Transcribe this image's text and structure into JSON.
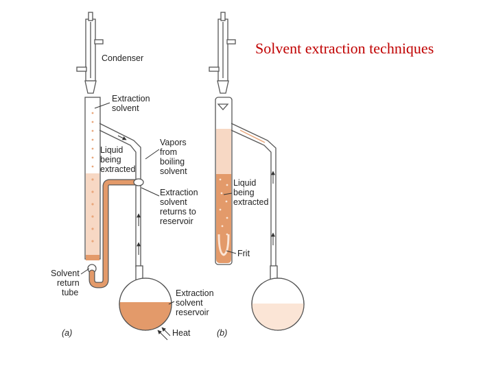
{
  "slide": {
    "title": "Solvent extraction techniques"
  },
  "diagram": {
    "labels": {
      "condenser": "Condenser",
      "extraction_solvent_1": "Extraction",
      "extraction_solvent_2": "solvent",
      "liquid_a_1": "Liquid",
      "liquid_a_2": "being",
      "liquid_a_3": "extracted",
      "vapors_1": "Vapors",
      "vapors_2": "from",
      "vapors_3": "boiling",
      "vapors_4": "solvent",
      "returns_1": "Extraction",
      "returns_2": "solvent",
      "returns_3": "returns to",
      "returns_4": "reservoir",
      "return_tube_1": "Solvent",
      "return_tube_2": "return",
      "return_tube_3": "tube",
      "reservoir_1": "Extraction",
      "reservoir_2": "solvent",
      "reservoir_3": "reservoir",
      "heat": "Heat",
      "panel_a": "(a)",
      "panel_b": "(b)",
      "liquid_b_1": "Liquid",
      "liquid_b_2": "being",
      "liquid_b_3": "extracted",
      "frit": "Frit"
    },
    "colors": {
      "solvent_dark": "#e39a6a",
      "solvent_light": "#f7d8c4",
      "solvent_pale": "#fbe5d6",
      "frit": "#d9895a",
      "glass_outline": "#555555"
    }
  }
}
